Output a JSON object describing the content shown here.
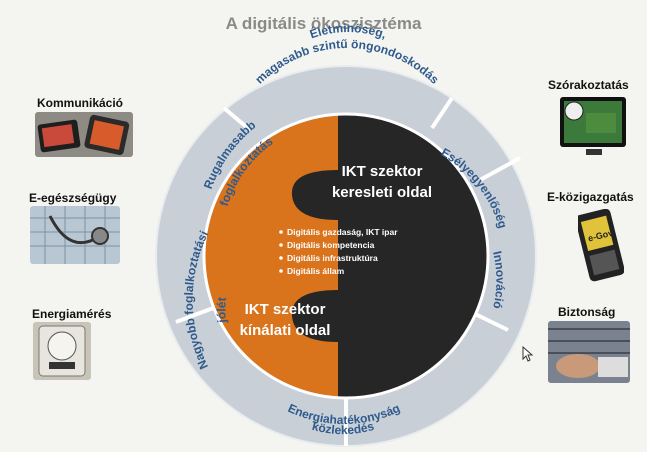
{
  "title": "A digitális ökoszisztéma",
  "left_labels": [
    "Kommunikáció",
    "E-egészségügy",
    "Energiamérés"
  ],
  "right_labels": [
    "Szórakoztatás",
    "E-közigazgatás",
    "Biztonság"
  ],
  "ring_segments": {
    "top": [
      "Életminőség,",
      "magasabb szintű öngondoskodás"
    ],
    "top_right": "Esélyegyenlőség",
    "right": "Innováció",
    "bottom": [
      "Energiahatékonyság",
      "közlekedés"
    ],
    "left": [
      "Nagyobb foglalkoztatási",
      "jólét"
    ],
    "top_left": [
      "Rugalmasabb",
      "foglalkoztatás"
    ]
  },
  "demand": [
    "IKT szektor",
    "keresleti oldal"
  ],
  "supply": [
    "IKT szektor",
    "kínálati oldal"
  ],
  "bullets": [
    "Digitális gazdaság, IKT ipar",
    "Digitális kompetencia",
    "Digitális infrastruktúra",
    "Digitális állam"
  ],
  "egov_screen_text": "e-Gov",
  "colors": {
    "ring": "#c5ccd3",
    "ring_text": "#2f5a8c",
    "orange": "#d9731c",
    "dark": "#262626"
  }
}
